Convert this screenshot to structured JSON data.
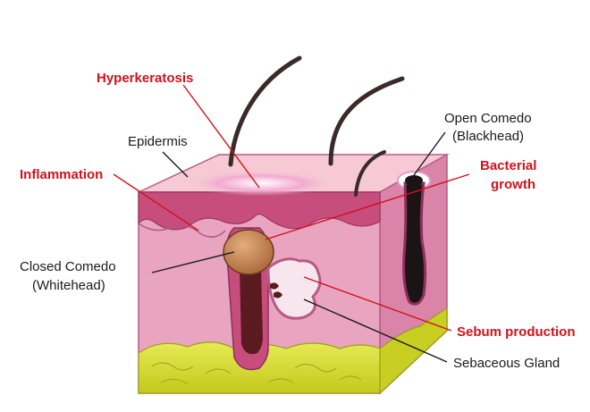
{
  "diagram": {
    "labels": {
      "hyperkeratosis": "Hyperkeratosis",
      "epidermis": "Epidermis",
      "open_comedo_1": "Open Comedo",
      "open_comedo_2": "(Blackhead)",
      "inflammation": "Inflammation",
      "bacterial_1": "Bacterial",
      "bacterial_2": "growth",
      "closed_comedo_1": "Closed Comedo",
      "closed_comedo_2": "(Whitehead)",
      "sebum": "Sebum production",
      "sebaceous": "Sebaceous Gland"
    },
    "colors": {
      "accent_red": "#d0121b",
      "label_black": "#1a1a1a",
      "skin_top": "#f6c9d4",
      "skin_front": "#e9a5c0",
      "skin_side": "#d984a8",
      "epidermis_band": "#c74d7d",
      "fat": "#d6dc2a",
      "comedo": "#c6874e",
      "hair": "#3a2a2a"
    }
  }
}
